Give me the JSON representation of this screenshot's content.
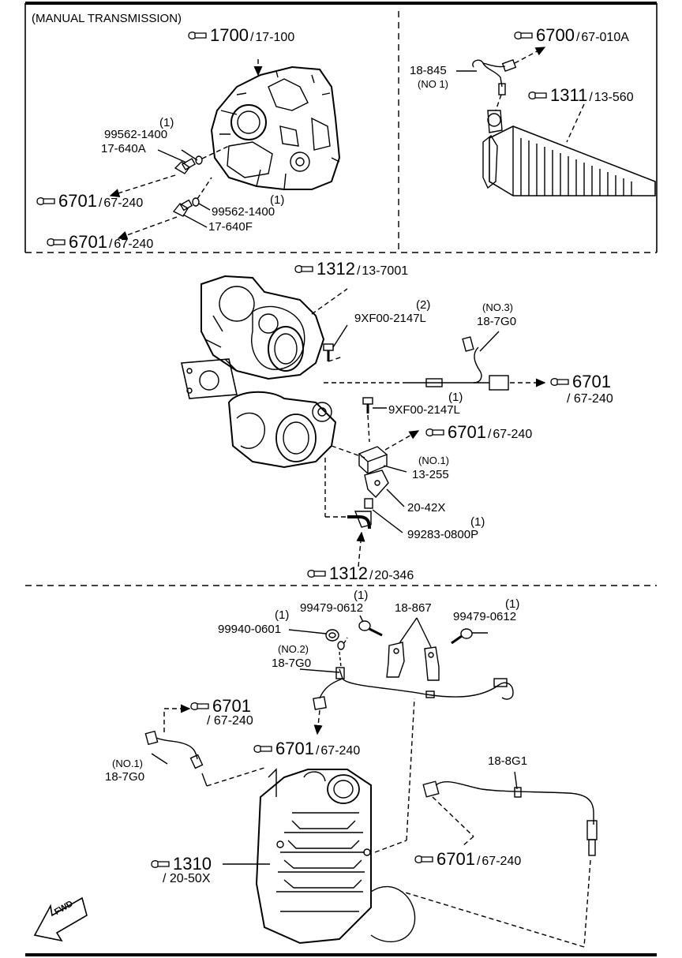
{
  "header": {
    "section_title": "(MANUAL TRANSMISSION)"
  },
  "refs": [
    {
      "id": "r1",
      "num": "1700",
      "sub": "17-100"
    },
    {
      "id": "r2",
      "num": "6700",
      "sub": "67-010A"
    },
    {
      "id": "r3",
      "num": "1311",
      "sub": "13-560"
    },
    {
      "id": "r4",
      "num": "6701",
      "sub": "67-240"
    },
    {
      "id": "r5",
      "num": "6701",
      "sub": "67-240"
    },
    {
      "id": "r6",
      "num": "1312",
      "sub": "13-7001"
    },
    {
      "id": "r7",
      "num": "6701",
      "sub": "67-240"
    },
    {
      "id": "r8",
      "num": "6701",
      "sub": "67-240"
    },
    {
      "id": "r9",
      "num": "1312",
      "sub": "20-346"
    },
    {
      "id": "r10",
      "num": "6701",
      "sub": "67-240"
    },
    {
      "id": "r11",
      "num": "6701",
      "sub": "67-240"
    },
    {
      "id": "r12",
      "num": "1310",
      "sub": "20-50X"
    },
    {
      "id": "r13",
      "num": "6701",
      "sub": "67-240"
    }
  ],
  "parts": {
    "p1_qty": "(1)",
    "p1_num": "99562-1400",
    "p1_ref": "17-640A",
    "p2_qty": "(1)",
    "p2_num": "99562-1400",
    "p2_ref": "17-640F",
    "p3_num": "18-845",
    "p3_note": "(NO 1)",
    "p4_qty": "(2)",
    "p4_num": "9XF00-2147L",
    "p5_note": "(NO.3)",
    "p5_num": "18-7G0",
    "p6_qty": "(1)",
    "p6_num": "9XF00-2147L",
    "p7_note": "(NO.1)",
    "p7_num": "13-255",
    "p8_num": "20-42X",
    "p9_qty": "(1)",
    "p9_num": "99283-0800P",
    "p10_qty": "(1)",
    "p10_num": "99479-0612",
    "p11_num": "18-867",
    "p12_qty": "(1)",
    "p12_num": "99479-0612",
    "p13_qty": "(1)",
    "p13_num": "99940-0601",
    "p14_note": "(NO.2)",
    "p14_num": "18-7G0",
    "p15_note": "(NO.1)",
    "p15_num": "18-7G0",
    "p16_num": "18-8G1"
  },
  "fwd_label": "FWD"
}
